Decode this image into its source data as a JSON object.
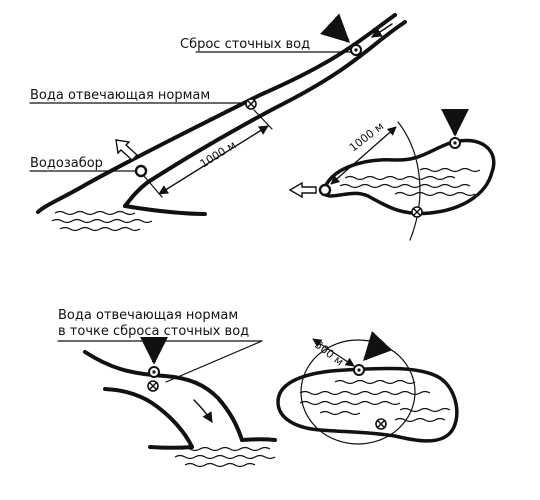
{
  "labels": {
    "discharge": "Сброс сточных вод",
    "compliant_water": "Вода отвечающая нормам",
    "intake": "Водозабор",
    "bottom_line1": "Вода отвечающая нормам",
    "bottom_line2": "в точке сброса сточных вод"
  },
  "distances": {
    "river_top": "1000 м",
    "lake_top": "1000 м",
    "lake_bottom": "500 м"
  }
}
